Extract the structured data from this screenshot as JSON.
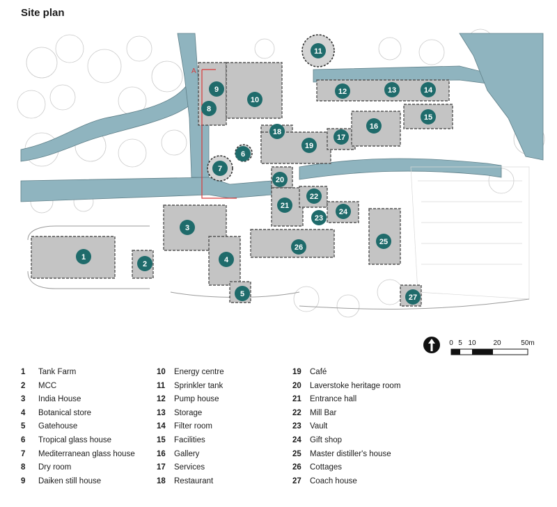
{
  "title": "Site plan",
  "colors": {
    "water": "#8fb4bf",
    "badge": "#1f6b6b",
    "building": "#b8b8b8",
    "section_marker": "#d93a3a"
  },
  "section_marker_label": "A",
  "scale": {
    "ticks": [
      "0",
      "5",
      "10",
      "20",
      "50m"
    ]
  },
  "buildings": [
    {
      "n": "1",
      "label": "Tank Farm"
    },
    {
      "n": "2",
      "label": "MCC"
    },
    {
      "n": "3",
      "label": "India House"
    },
    {
      "n": "4",
      "label": "Botanical store"
    },
    {
      "n": "5",
      "label": "Gatehouse"
    },
    {
      "n": "6",
      "label": "Tropical glass house"
    },
    {
      "n": "7",
      "label": "Mediterranean glass house"
    },
    {
      "n": "8",
      "label": "Dry room"
    },
    {
      "n": "9",
      "label": "Daiken still house"
    },
    {
      "n": "10",
      "label": "Energy centre"
    },
    {
      "n": "11",
      "label": "Sprinkler tank"
    },
    {
      "n": "12",
      "label": "Pump house"
    },
    {
      "n": "13",
      "label": "Storage"
    },
    {
      "n": "14",
      "label": "Filter room"
    },
    {
      "n": "15",
      "label": "Facilities"
    },
    {
      "n": "16",
      "label": "Gallery"
    },
    {
      "n": "17",
      "label": "Services"
    },
    {
      "n": "18",
      "label": "Restaurant"
    },
    {
      "n": "19",
      "label": "Café"
    },
    {
      "n": "20",
      "label": "Laverstoke heritage room"
    },
    {
      "n": "21",
      "label": "Entrance hall"
    },
    {
      "n": "22",
      "label": "Mill Bar"
    },
    {
      "n": "23",
      "label": "Vault"
    },
    {
      "n": "24",
      "label": "Gift shop"
    },
    {
      "n": "25",
      "label": "Master distiller's house"
    },
    {
      "n": "26",
      "label": "Cottages"
    },
    {
      "n": "27",
      "label": "Coach house"
    }
  ]
}
